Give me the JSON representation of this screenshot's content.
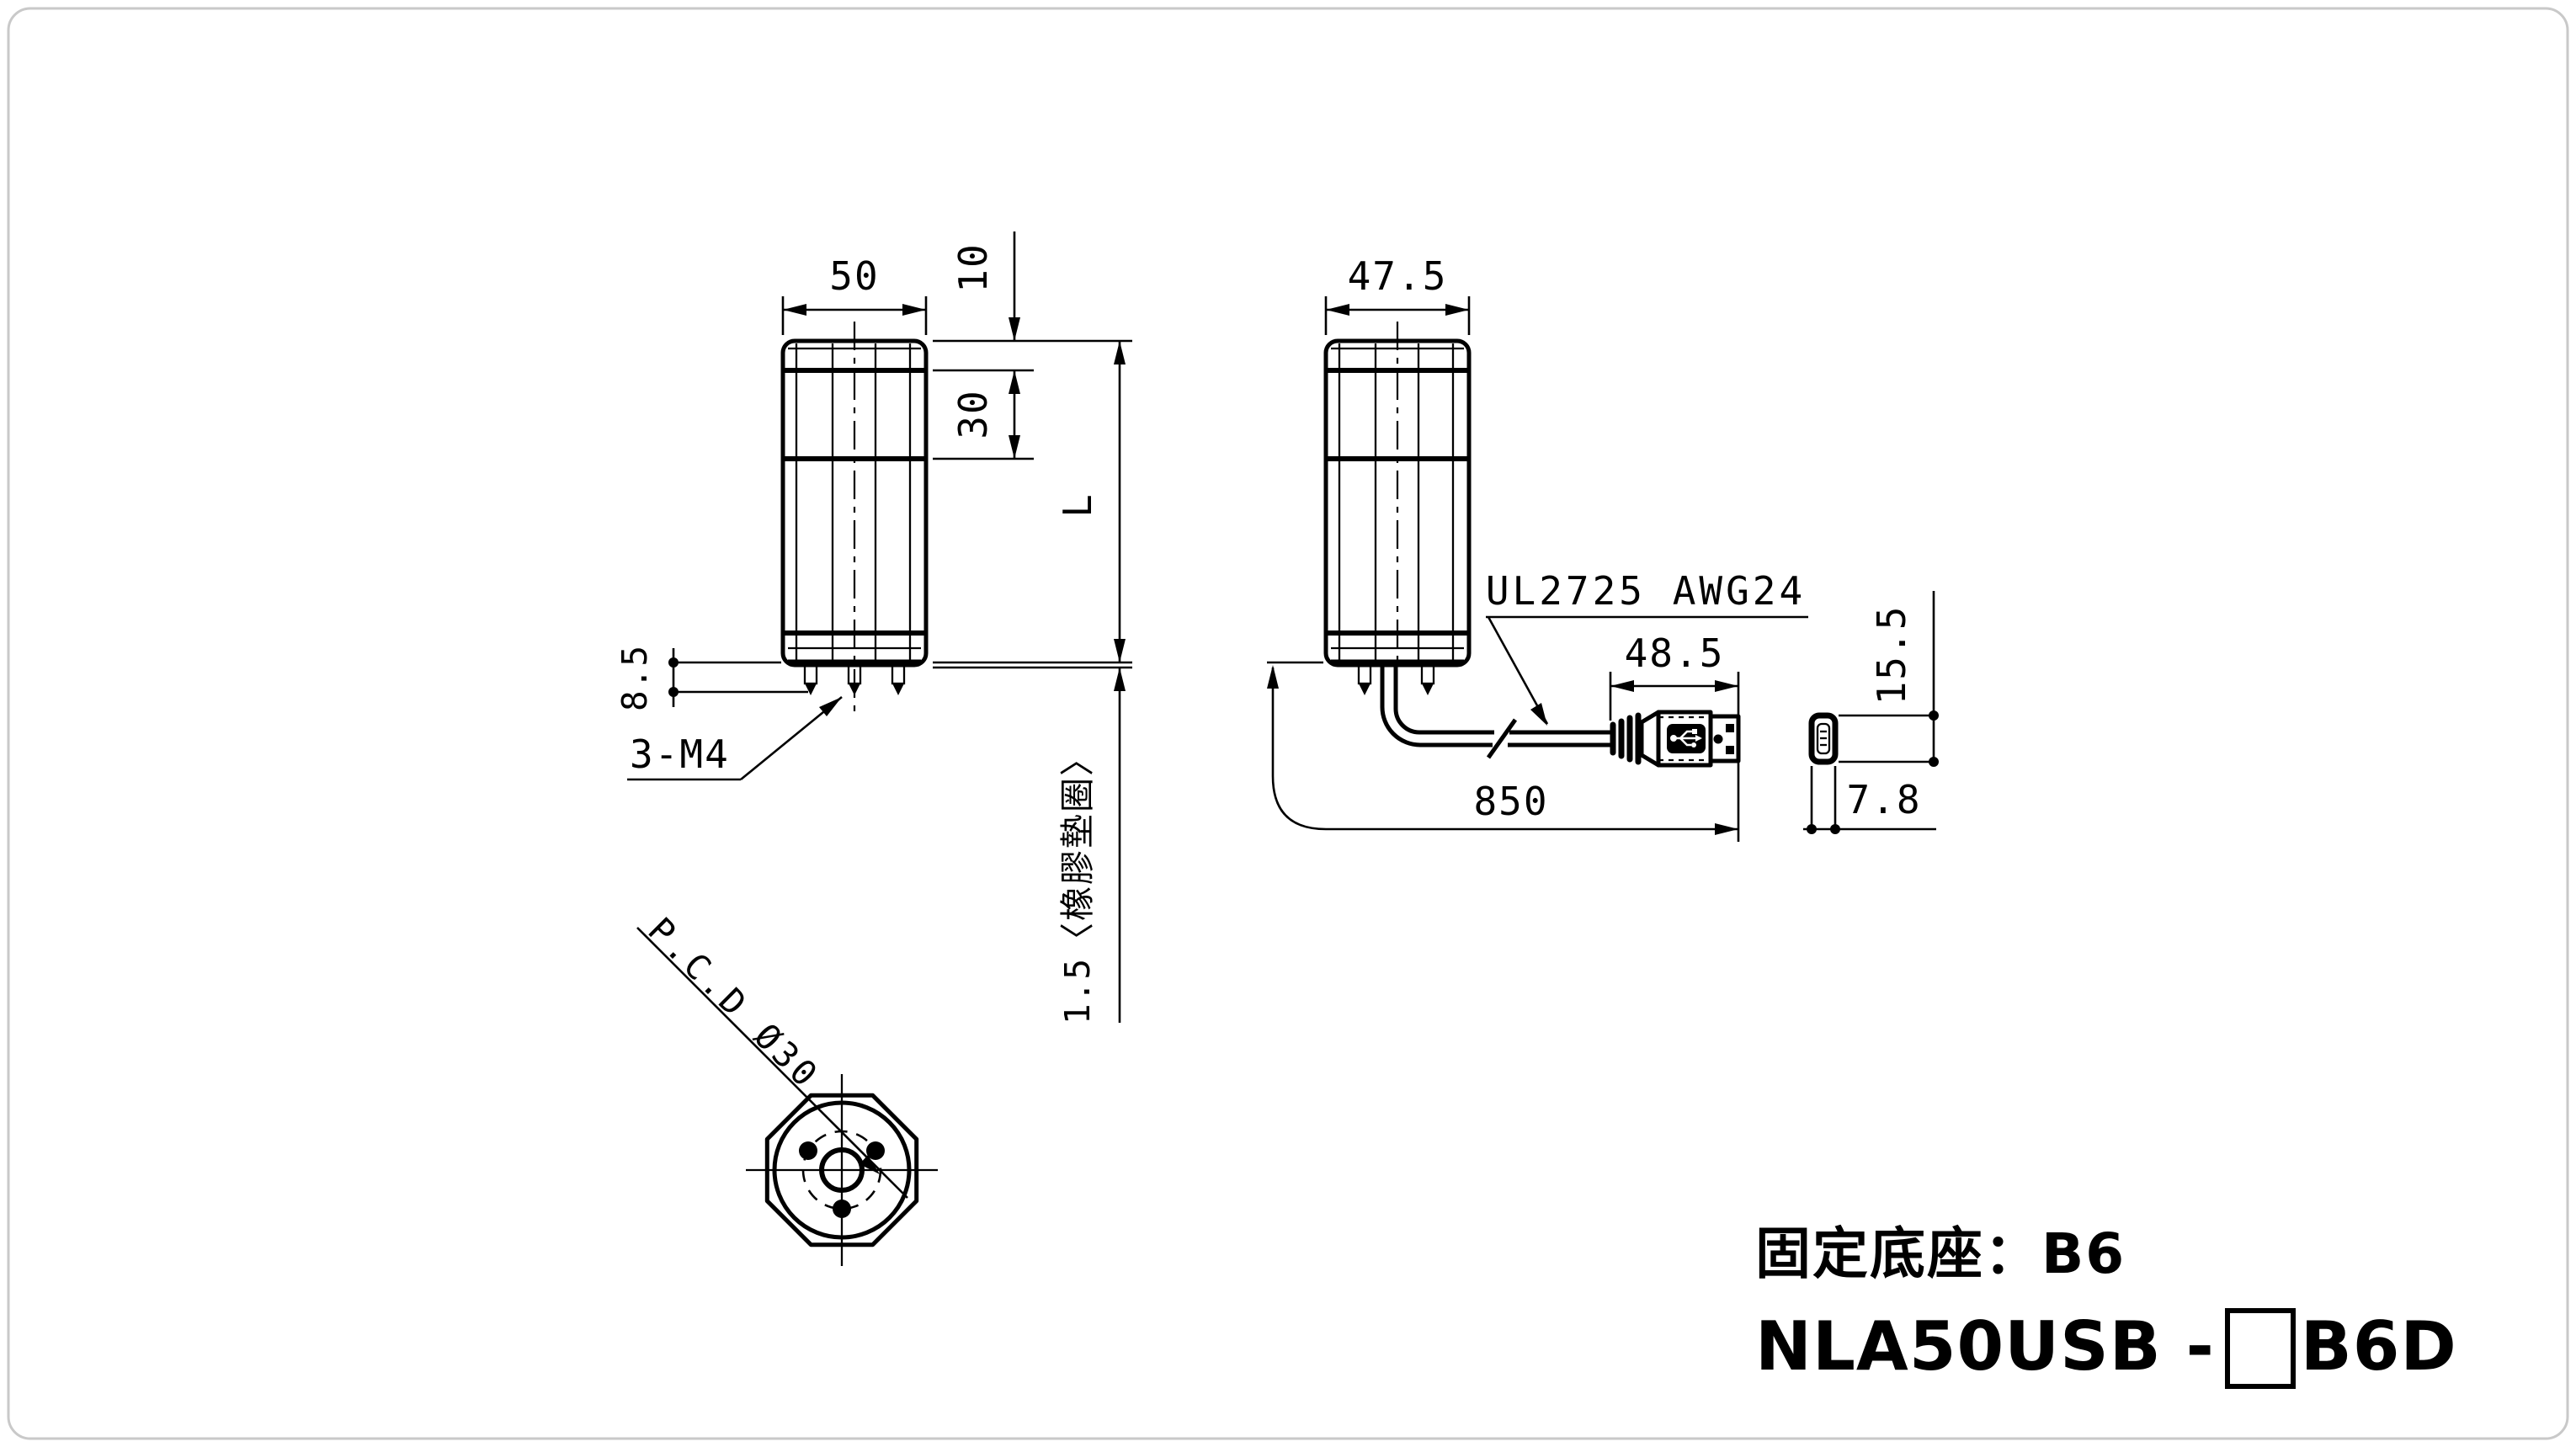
{
  "title": "NLA50USB signal tower dimensional drawing",
  "colors": {
    "line": "#000000",
    "background": "#ffffff",
    "border": "#c9c9c9"
  },
  "left_view": {
    "dim_width": "50",
    "dim_cap": "10",
    "dim_lens": "30",
    "dim_height": "L",
    "dim_stud_length": "8.5",
    "stud_label": "3-M4",
    "gasket_label": "1.5〈橡膠墊圈〉"
  },
  "bottom_view": {
    "pcd_label": "P.C.D Ø30"
  },
  "right_view": {
    "dim_width": "47.5",
    "cable_spec": "UL2725 AWG24",
    "dim_connector_length": "48.5",
    "dim_cable_length": "850",
    "dim_connector_height": "15.5",
    "dim_connector_width": "7.8"
  },
  "notes": {
    "base": "固定底座：B6",
    "model_prefix": "NLA50USB - ",
    "model_suffix": "B6D"
  }
}
